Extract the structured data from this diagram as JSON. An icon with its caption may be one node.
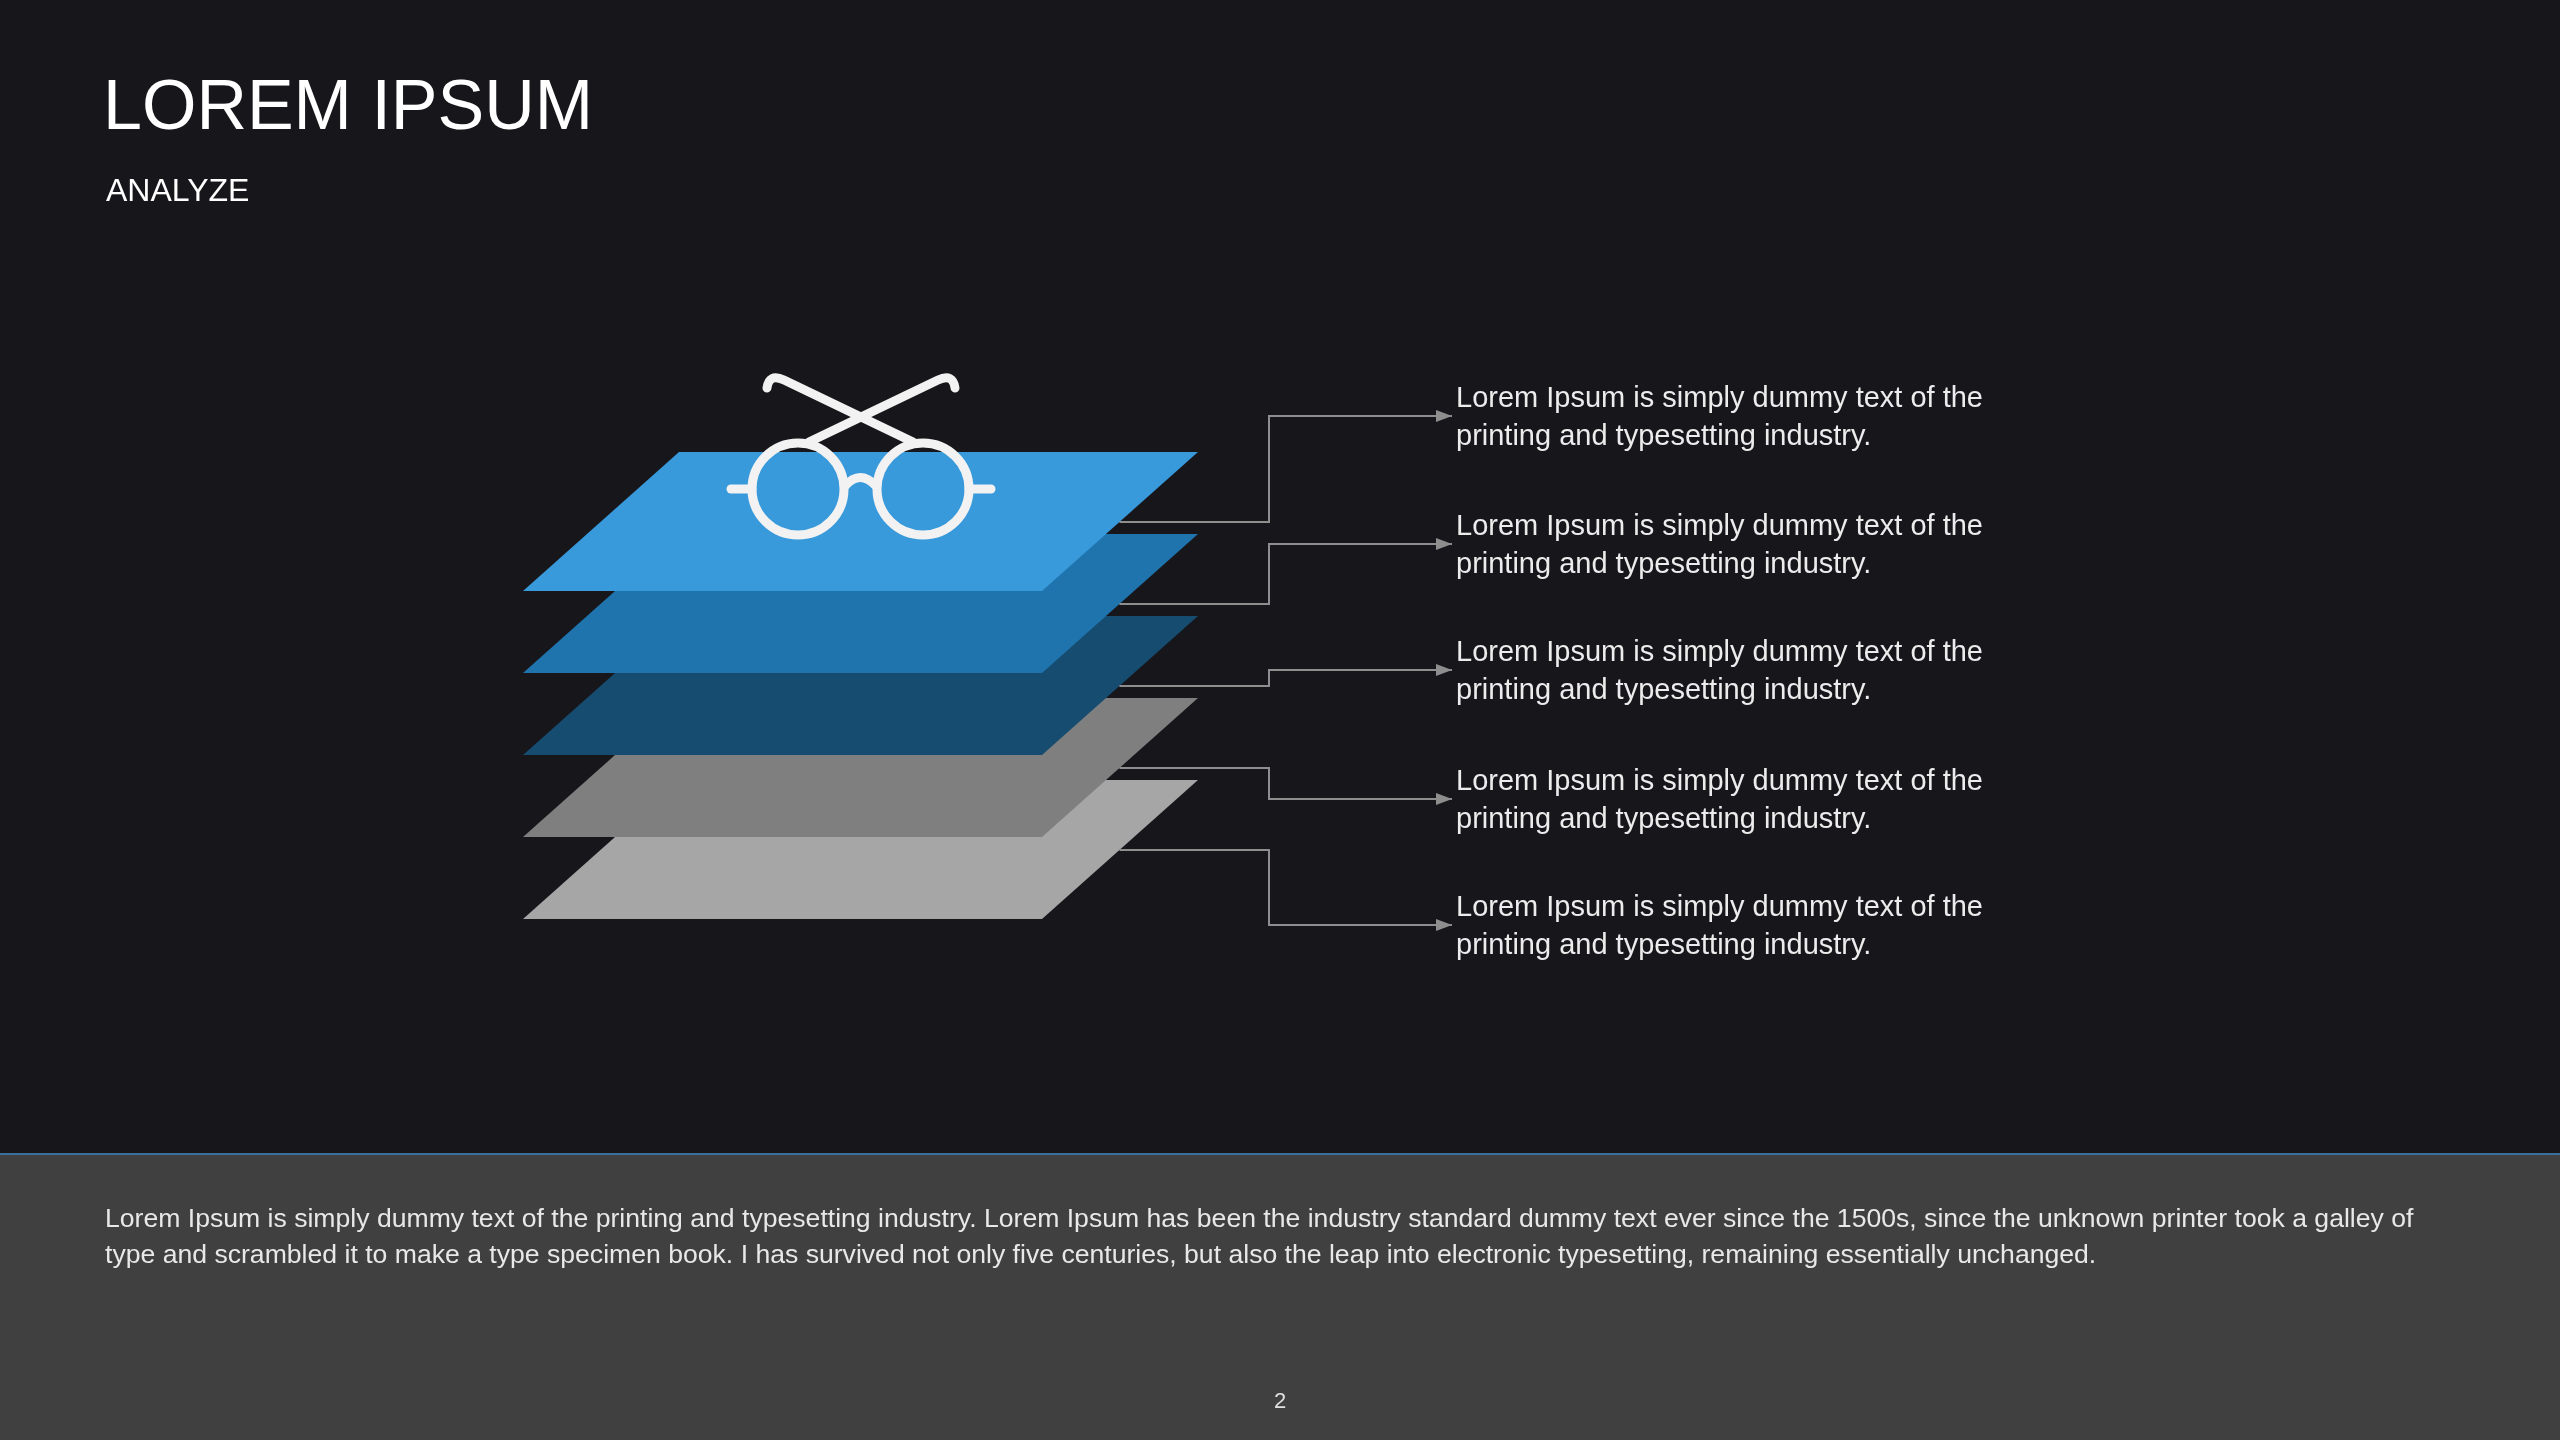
{
  "diagram": {
    "title": "LOREM IPSUM",
    "nodes": [
      {
        "text": [],
        "shape": "parallelogram"
      },
      {
        "text": [],
        "shape": "parallelogram"
      },
      {
        "text": [],
        "shape": "parallelogram"
      },
      {
        "text": [],
        "shape": "parallelogram"
      },
      {
        "text": [],
        "shape": "parallelogram"
      },
      {
        "text": [
          "Lorem Ipsum is simply dummy text of the printing and typesetting industry."
        ]
      },
      {
        "text": [
          "Lorem Ipsum is simply dummy text of the printing and typesetting industry."
        ]
      },
      {
        "text": [
          "Lorem Ipsum is simply dummy text of the printing and typesetting industry."
        ]
      },
      {
        "text": [
          "Lorem Ipsum is simply dummy text of the printing and typesetting industry."
        ]
      },
      {
        "text": [
          "Lorem Ipsum is simply dummy text of the printing and typesetting industry."
        ]
      }
    ],
    "edges": [
      {
        "from": 0,
        "to": 5,
        "arrow": "to"
      },
      {
        "from": 1,
        "to": 6,
        "arrow": "to"
      },
      {
        "from": 2,
        "to": 7,
        "arrow": "to"
      },
      {
        "from": 3,
        "to": 8,
        "arrow": "to"
      },
      {
        "from": 4,
        "to": 9,
        "arrow": "to"
      }
    ],
    "labels": [
      "ANALYZE",
      "Lorem Ipsum is simply dummy text of the printing and typesetting industry. Lorem Ipsum has been the industry standard dummy text ever since the 1500s, since the unknown printer took a galley of type and scrambled it to make a type specimen book. I has survived not only five centuries, but also the leap into electronic typesetting, remaining essentially unchanged.",
      "2"
    ]
  }
}
